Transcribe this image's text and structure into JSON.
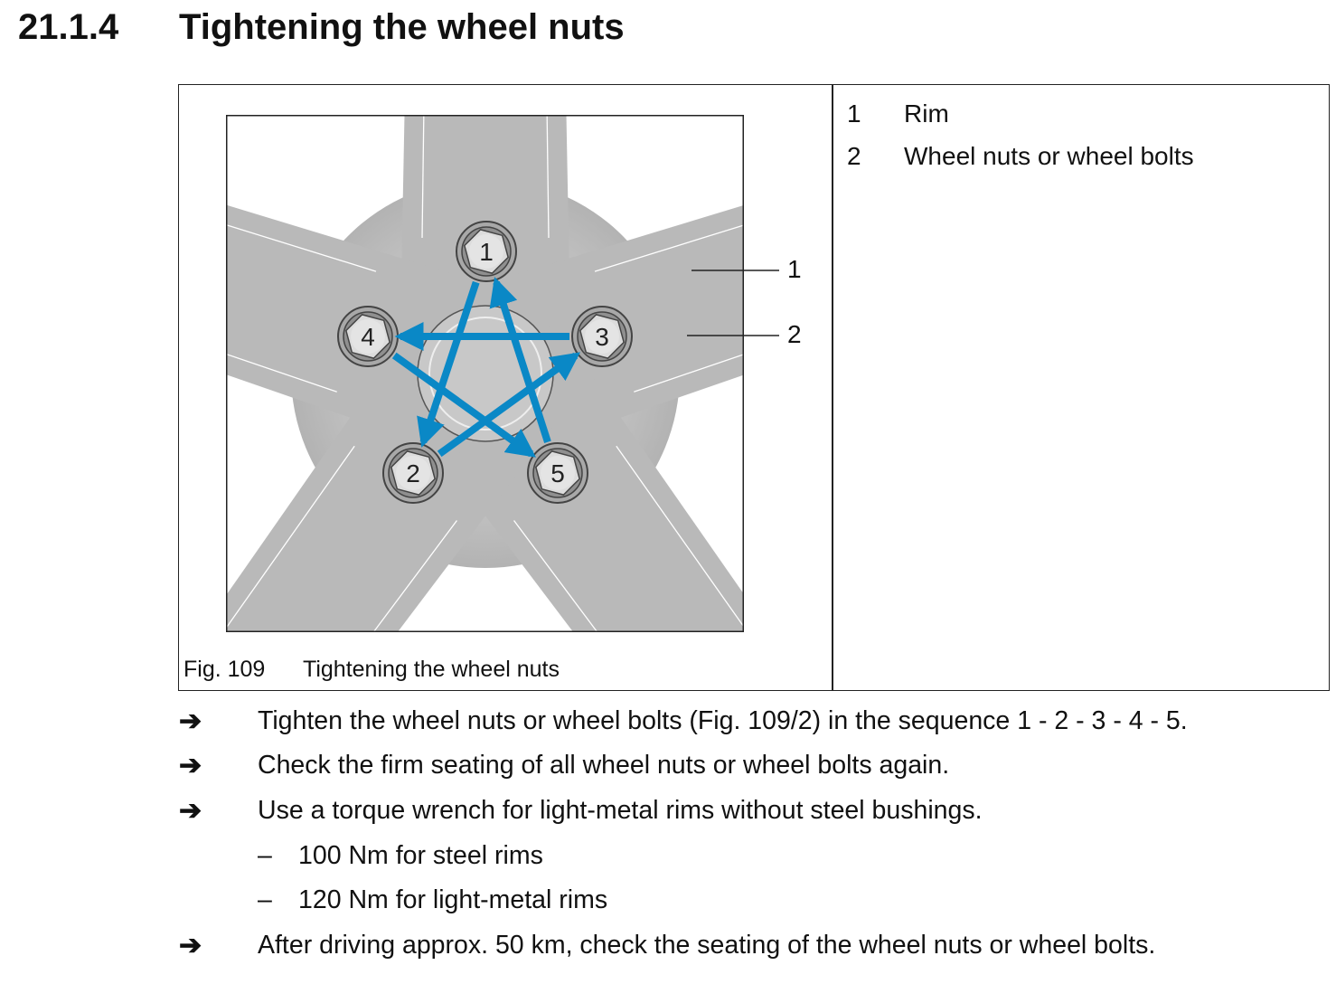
{
  "heading": {
    "number": "21.1.4",
    "title": "Tightening the wheel nuts"
  },
  "figure": {
    "caption_number": "Fig. 109",
    "caption_text": "Tightening the wheel nuts",
    "nut_labels": [
      "1",
      "2",
      "3",
      "4",
      "5"
    ],
    "callouts": [
      "1",
      "2"
    ],
    "sequence": [
      1,
      2,
      3,
      4,
      5
    ],
    "colors": {
      "arrow": "#0a88c6",
      "rim": "#b9b9b9"
    }
  },
  "legend": [
    {
      "num": "1",
      "label": "Rim"
    },
    {
      "num": "2",
      "label": "Wheel nuts or wheel bolts"
    }
  ],
  "steps": {
    "arrow_icon": "➔",
    "dash": "–",
    "s1": "Tighten the wheel nuts or wheel bolts (Fig. 109/2) in the sequence 1 - 2 - 3 - 4 - 5.",
    "s2": "Check the firm seating of all wheel nuts or wheel bolts again.",
    "s3": "Use a torque wrench for light-metal rims without steel bushings.",
    "sub1": "100 Nm for steel rims",
    "sub2": "120 Nm for light-metal rims",
    "s4": "After driving approx. 50 km, check the seating of the wheel nuts or wheel bolts."
  }
}
